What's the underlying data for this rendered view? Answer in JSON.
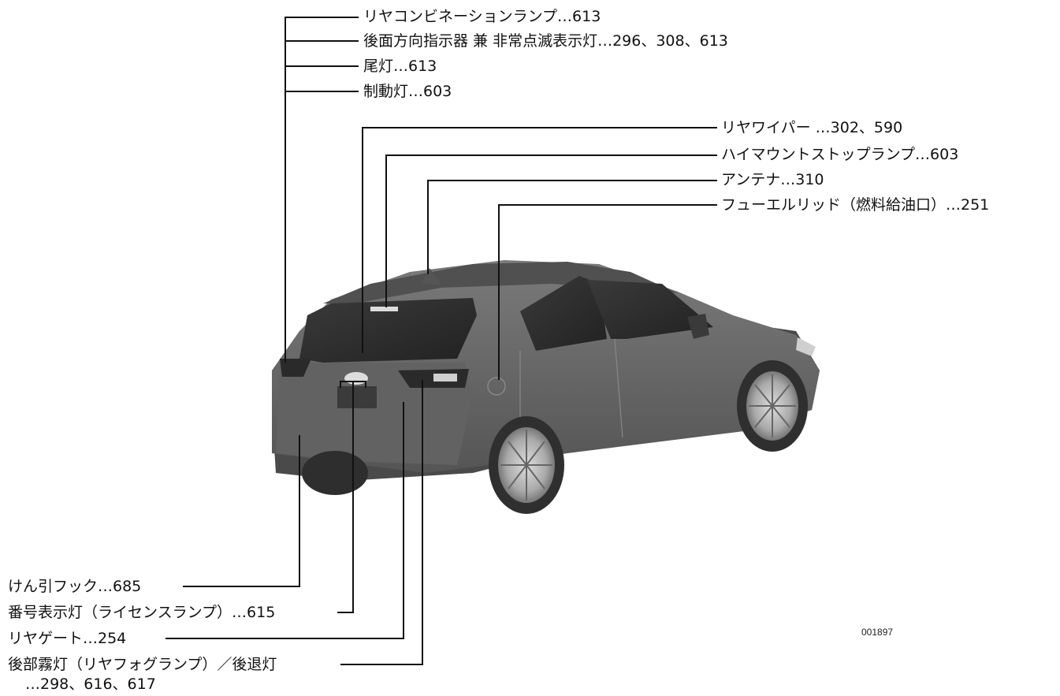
{
  "labels": {
    "rear_combination_lamp": "リヤコンビネーションランプ…613",
    "rear_turn_signal": "後面方向指示器 兼 非常点滅表示灯…296、308、613",
    "tail_light": "尾灯…613",
    "brake_light": "制動灯…603",
    "rear_wiper": "リヤワイパー …302、590",
    "high_mount_stop_lamp": "ハイマウントストップランプ…603",
    "antenna": "アンテナ…310",
    "fuel_lid": "フューエルリッド（燃料給油口）…251",
    "tow_hook": "けん引フック…685",
    "license_lamp": "番号表示灯（ライセンスランプ）…615",
    "rear_gate": "リヤゲート…254",
    "rear_fog_reverse": "後部霧灯（リヤフォグランプ）／後退灯",
    "rear_fog_reverse_pages": "…298、616、617"
  },
  "figure_code": "001897",
  "colors": {
    "line": "#111111",
    "car_body": "#6e6e6e",
    "car_dark": "#3c3c3c",
    "glass": "#2e2e2e"
  }
}
